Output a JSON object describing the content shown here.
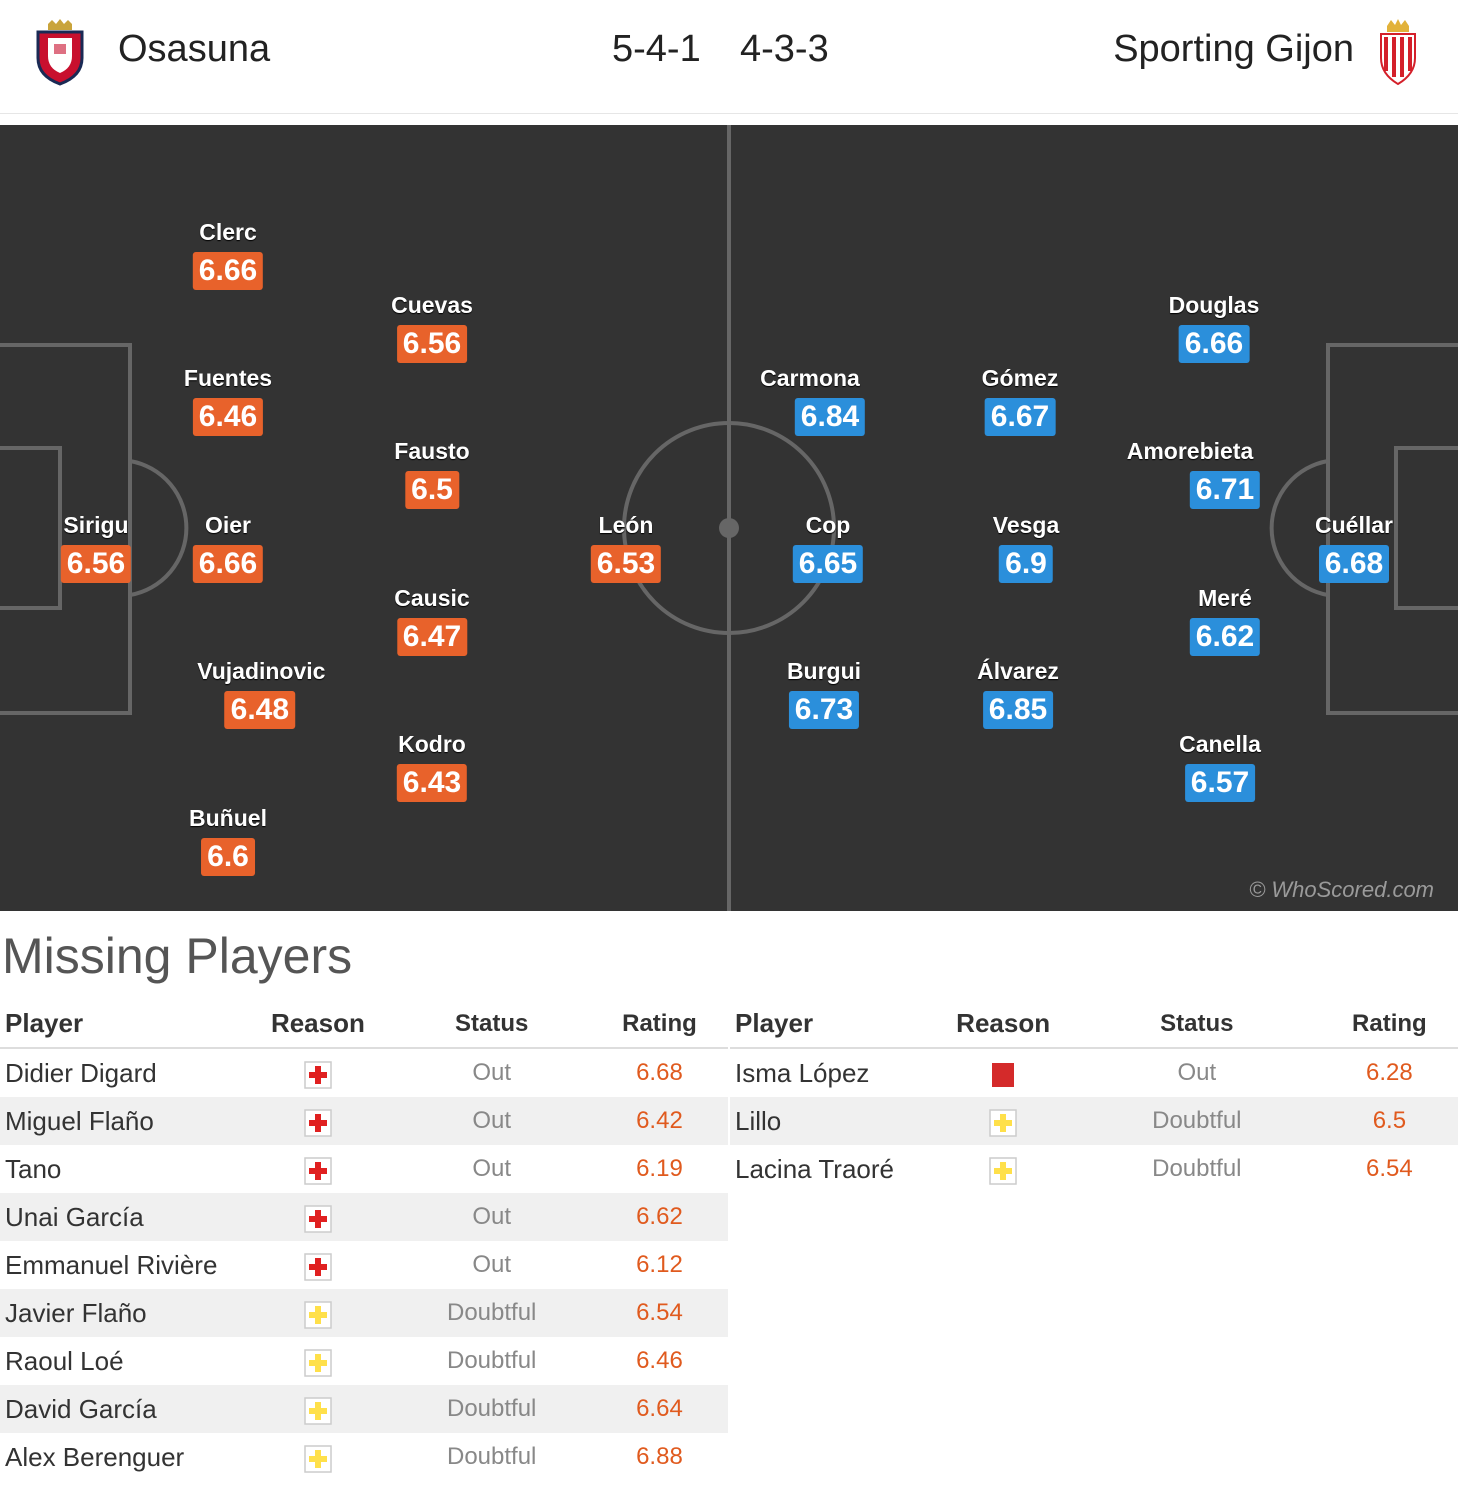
{
  "header": {
    "home_team": "Osasuna",
    "away_team": "Sporting Gijon",
    "home_formation": "5-4-1",
    "away_formation": "4-3-3"
  },
  "colors": {
    "home_rating": "#e8622b",
    "away_rating": "#2b8fdb",
    "pitch": "#333333",
    "injury_icon": "#e02020",
    "doubtful_icon": "#ffe04a",
    "suspension_icon": "#d42a2a"
  },
  "home_players": [
    {
      "name": "Sirigu",
      "rating": "6.56"
    },
    {
      "name": "Clerc",
      "rating": "6.66"
    },
    {
      "name": "Fuentes",
      "rating": "6.46"
    },
    {
      "name": "Oier",
      "rating": "6.66"
    },
    {
      "name": "Vujadinovic",
      "rating": "6.48"
    },
    {
      "name": "Buñuel",
      "rating": "6.6"
    },
    {
      "name": "Cuevas",
      "rating": "6.56"
    },
    {
      "name": "Fausto",
      "rating": "6.5"
    },
    {
      "name": "Causic",
      "rating": "6.47"
    },
    {
      "name": "Kodro",
      "rating": "6.43"
    },
    {
      "name": "León",
      "rating": "6.53"
    }
  ],
  "away_players": [
    {
      "name": "Cuéllar",
      "rating": "6.68"
    },
    {
      "name": "Douglas",
      "rating": "6.66"
    },
    {
      "name": "Amorebieta",
      "rating": "6.71"
    },
    {
      "name": "Meré",
      "rating": "6.62"
    },
    {
      "name": "Canella",
      "rating": "6.57"
    },
    {
      "name": "Gómez",
      "rating": "6.67"
    },
    {
      "name": "Vesga",
      "rating": "6.9"
    },
    {
      "name": "Álvarez",
      "rating": "6.85"
    },
    {
      "name": "Carmona",
      "rating": "6.84"
    },
    {
      "name": "Cop",
      "rating": "6.65"
    },
    {
      "name": "Burgui",
      "rating": "6.73"
    }
  ],
  "watermark": "© WhoScored.com",
  "missing": {
    "title": "Missing Players",
    "columns": [
      "Player",
      "Reason",
      "Status",
      "Rating"
    ],
    "home": [
      {
        "player": "Didier Digard",
        "reason": "injury-icon",
        "status": "Out",
        "rating": "6.68"
      },
      {
        "player": "Miguel Flaño",
        "reason": "injury-icon",
        "status": "Out",
        "rating": "6.42"
      },
      {
        "player": "Tano",
        "reason": "injury-icon",
        "status": "Out",
        "rating": "6.19"
      },
      {
        "player": "Unai García",
        "reason": "injury-icon",
        "status": "Out",
        "rating": "6.62"
      },
      {
        "player": "Emmanuel Rivière",
        "reason": "injury-icon",
        "status": "Out",
        "rating": "6.12"
      },
      {
        "player": "Javier Flaño",
        "reason": "doubtful-icon",
        "status": "Doubtful",
        "rating": "6.54"
      },
      {
        "player": "Raoul Loé",
        "reason": "doubtful-icon",
        "status": "Doubtful",
        "rating": "6.46"
      },
      {
        "player": "David García",
        "reason": "doubtful-icon",
        "status": "Doubtful",
        "rating": "6.64"
      },
      {
        "player": "Alex Berenguer",
        "reason": "doubtful-icon",
        "status": "Doubtful",
        "rating": "6.88"
      }
    ],
    "away": [
      {
        "player": "Isma López",
        "reason": "red-card-icon",
        "status": "Out",
        "rating": "6.28"
      },
      {
        "player": "Lillo",
        "reason": "doubtful-icon",
        "status": "Doubtful",
        "rating": "6.5"
      },
      {
        "player": "Lacina Traoré",
        "reason": "doubtful-icon",
        "status": "Doubtful",
        "rating": "6.54"
      }
    ]
  }
}
